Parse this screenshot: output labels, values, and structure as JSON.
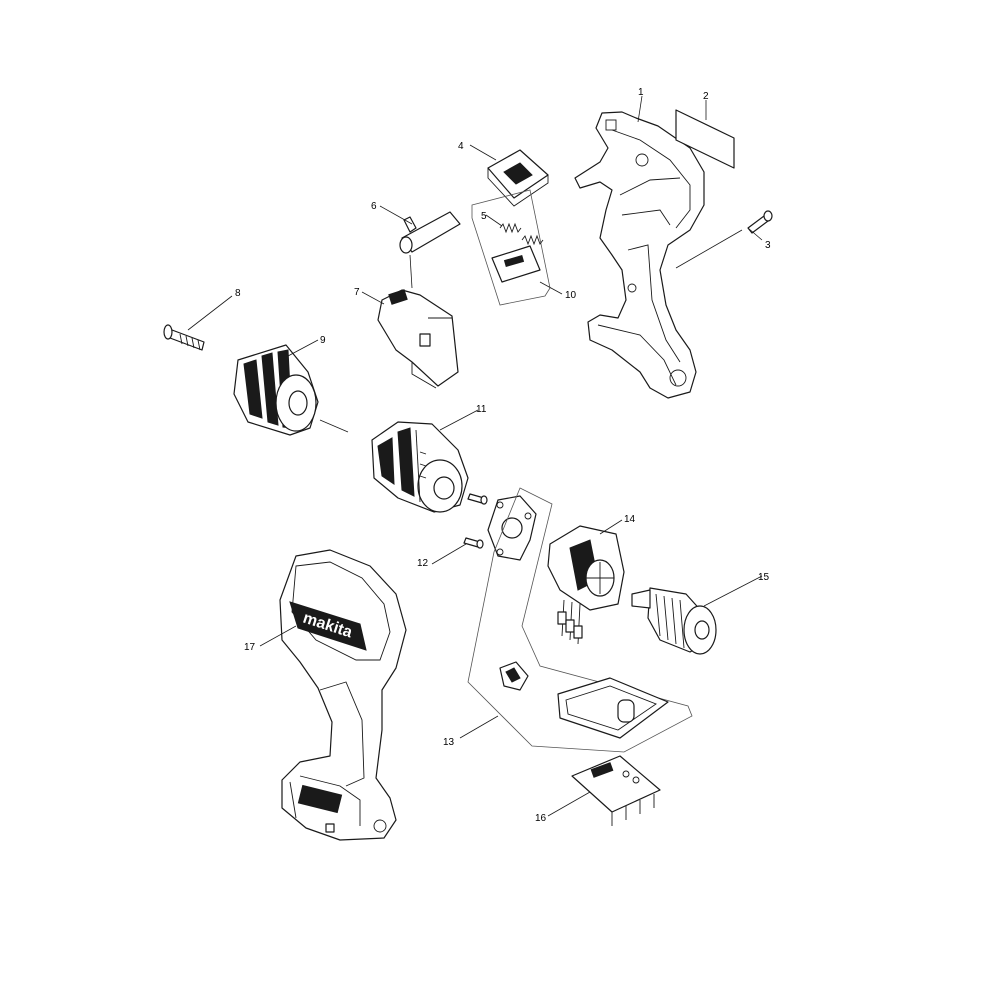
{
  "parts": [
    {
      "callout": "1"
    },
    {
      "callout": "2"
    },
    {
      "callout": "3"
    },
    {
      "callout": "4"
    },
    {
      "callout": "5"
    },
    {
      "callout": "6"
    },
    {
      "callout": "7"
    },
    {
      "callout": "8"
    },
    {
      "callout": "9"
    },
    {
      "callout": "10"
    },
    {
      "callout": "11"
    },
    {
      "callout": "12"
    },
    {
      "callout": "13"
    },
    {
      "callout": "14"
    },
    {
      "callout": "15"
    },
    {
      "callout": "16"
    },
    {
      "callout": "17"
    }
  ],
  "logo_text": "makita",
  "colors": {
    "line": "#1a1a1a",
    "background": "#ffffff"
  }
}
